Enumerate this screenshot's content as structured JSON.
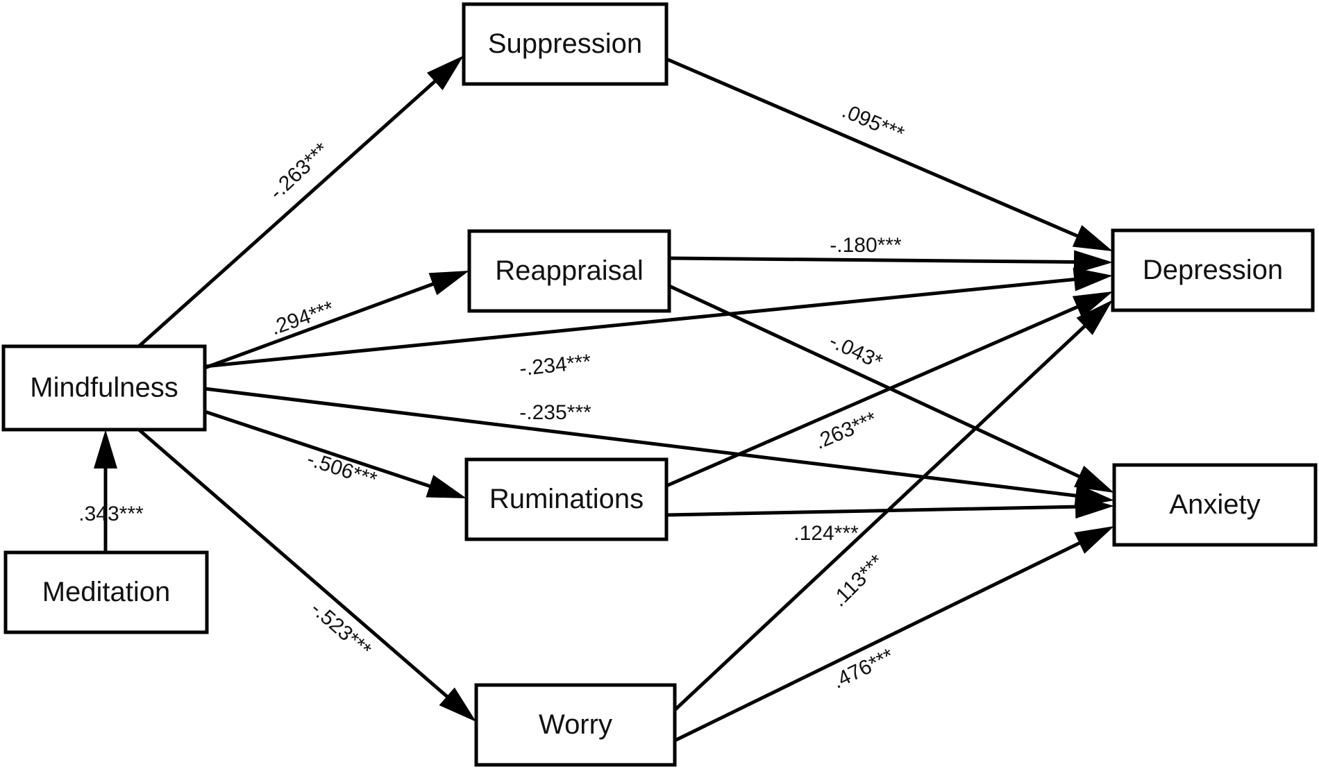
{
  "diagram": {
    "colors": {
      "line": "#000000",
      "text": "#111111",
      "background": "#ffffff"
    },
    "nodes": [
      {
        "id": "suppression",
        "label": "Suppression"
      },
      {
        "id": "reappraisal",
        "label": "Reappraisal"
      },
      {
        "id": "mindfulness",
        "label": "Mindfulness"
      },
      {
        "id": "ruminations",
        "label": "Ruminations"
      },
      {
        "id": "meditation",
        "label": "Meditation"
      },
      {
        "id": "worry",
        "label": "Worry"
      },
      {
        "id": "depression",
        "label": "Depression"
      },
      {
        "id": "anxiety",
        "label": "Anxiety"
      }
    ],
    "edges": [
      {
        "from": "meditation",
        "to": "mindfulness",
        "label": ".343***"
      },
      {
        "from": "mindfulness",
        "to": "suppression",
        "label": "-.263***"
      },
      {
        "from": "mindfulness",
        "to": "reappraisal",
        "label": ".294***"
      },
      {
        "from": "mindfulness",
        "to": "ruminations",
        "label": "-.506***"
      },
      {
        "from": "mindfulness",
        "to": "worry",
        "label": "-.523***"
      },
      {
        "from": "mindfulness",
        "to": "depression",
        "label": "-.234***"
      },
      {
        "from": "mindfulness",
        "to": "anxiety",
        "label": "-.235***"
      },
      {
        "from": "suppression",
        "to": "depression",
        "label": ".095***"
      },
      {
        "from": "reappraisal",
        "to": "depression",
        "label": "-.180***"
      },
      {
        "from": "reappraisal",
        "to": "anxiety",
        "label": "-.043*"
      },
      {
        "from": "ruminations",
        "to": "depression",
        "label": ".263***"
      },
      {
        "from": "ruminations",
        "to": "anxiety",
        "label": ".124***"
      },
      {
        "from": "worry",
        "to": "depression",
        "label": ".113***"
      },
      {
        "from": "worry",
        "to": "anxiety",
        "label": ".476***"
      }
    ]
  }
}
